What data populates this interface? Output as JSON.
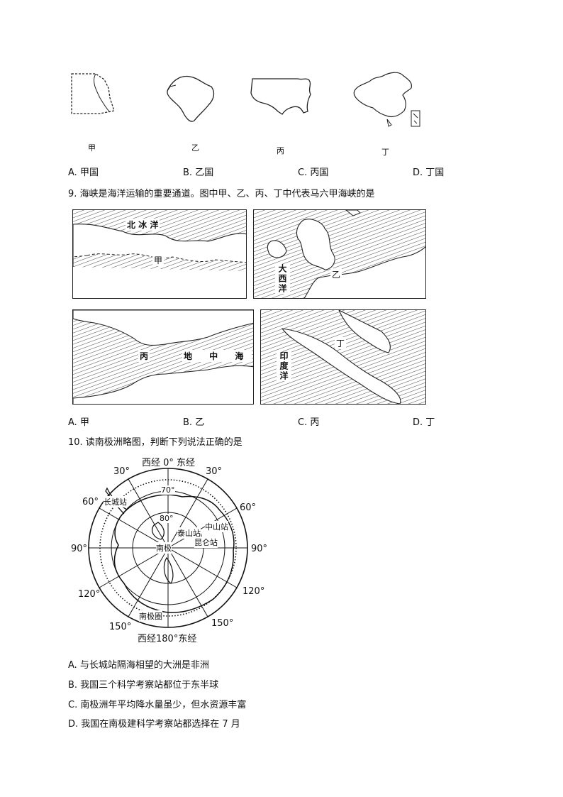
{
  "q8": {
    "map_labels": [
      "甲",
      "乙",
      "丙",
      "丁"
    ],
    "options": [
      {
        "letter": "A.",
        "text": "甲国"
      },
      {
        "letter": "B.",
        "text": "乙国"
      },
      {
        "letter": "C.",
        "text": "丙国"
      },
      {
        "letter": "D.",
        "text": "丁国"
      }
    ]
  },
  "q9": {
    "question": "9. 海峡是海洋运输的重要通道。图中甲、乙、丙、丁中代表马六甲海峡的是",
    "map1": {
      "ocean": "北 冰 洋",
      "strait": "甲"
    },
    "map2": {
      "ocean": "大西洋",
      "strait": "乙"
    },
    "map3": {
      "strait": "丙",
      "sea": "地 中 海"
    },
    "map4": {
      "ocean": "印度洋",
      "strait": "丁"
    },
    "options": [
      {
        "letter": "A.",
        "text": "甲"
      },
      {
        "letter": "B.",
        "text": "乙"
      },
      {
        "letter": "C.",
        "text": "丙"
      },
      {
        "letter": "D.",
        "text": "丁"
      }
    ]
  },
  "q10": {
    "question": "10. 读南极洲略图，判断下列说法正确的是",
    "map": {
      "top": "西经 0° 东经",
      "bottom": "西经180°东经",
      "l30": "30°",
      "r30": "30°",
      "l60": "60°",
      "r60": "60°",
      "l90": "90°",
      "r90": "90°",
      "l120": "120°",
      "r120": "120°",
      "l150": "150°",
      "r150": "150°",
      "lat70": "70°",
      "lat80": "80°",
      "pole": "南极",
      "circle": "南极圈",
      "changcheng": "长城站",
      "taishan": "泰山站",
      "zhongshan": "中山站",
      "kunlun": "昆仑站"
    },
    "options": [
      "A.  与长城站隔海相望的大洲是非洲",
      "B.  我国三个科学考察站都位于东半球",
      "C.  南极洲年平均降水量虽少，但水资源丰富",
      "D.  我国在南极建科学考察站都选择在 7 月"
    ]
  }
}
